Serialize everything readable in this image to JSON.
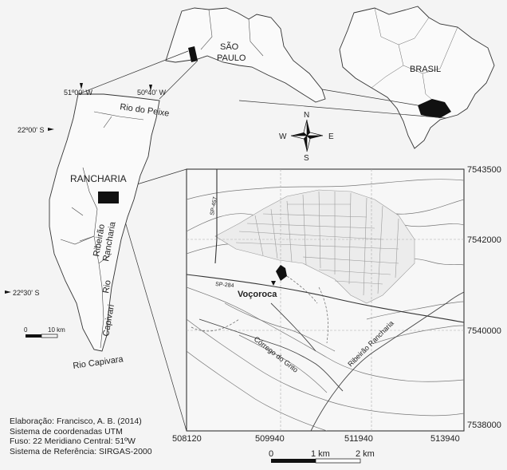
{
  "state_label_line1": "SÃO",
  "state_label_line2": "PAULO",
  "country_label": "BRASIL",
  "municipality_label": "RANCHARIA",
  "rivers": {
    "peixe": "Rio do Peixe",
    "ribeirao_line1": "Ribeirão",
    "ribeirao_line2": "Rancharia",
    "capivari_line1": "Rio",
    "capivari_line2": "Capivari",
    "capivara": "Rio Capivara"
  },
  "coords": {
    "lon_51": "51º00' W",
    "lon_5040": "50º40' W",
    "lat_22": "22º00' S",
    "lat_2230": "22º30' S"
  },
  "small_scale": {
    "zero": "0",
    "ten": "10 km"
  },
  "compass": {
    "n": "N",
    "s": "S",
    "e": "E",
    "w": "W"
  },
  "detail_map": {
    "easting_ticks": [
      "508120",
      "509940",
      "511940",
      "513940"
    ],
    "northing_ticks": [
      "7543500",
      "7542000",
      "7540000",
      "7538000"
    ],
    "road_sp284": "SP-284",
    "road_sp457": "SP-457",
    "site_label": "Voçoroca",
    "stream_grito": "Córrego do Grito",
    "stream_rancharia": "Ribeirão Rancharia"
  },
  "large_scale": {
    "zero": "0",
    "one": "1 km",
    "two": "2 km"
  },
  "credits": {
    "line1": "Elaboração: Francisco, A. B. (2014)",
    "line2": "Sistema de coordenadas UTM",
    "line3": "Fuso: 22  Meridiano Central: 51ºW",
    "line4": "Sistema de Referência: SIRGAS-2000"
  }
}
